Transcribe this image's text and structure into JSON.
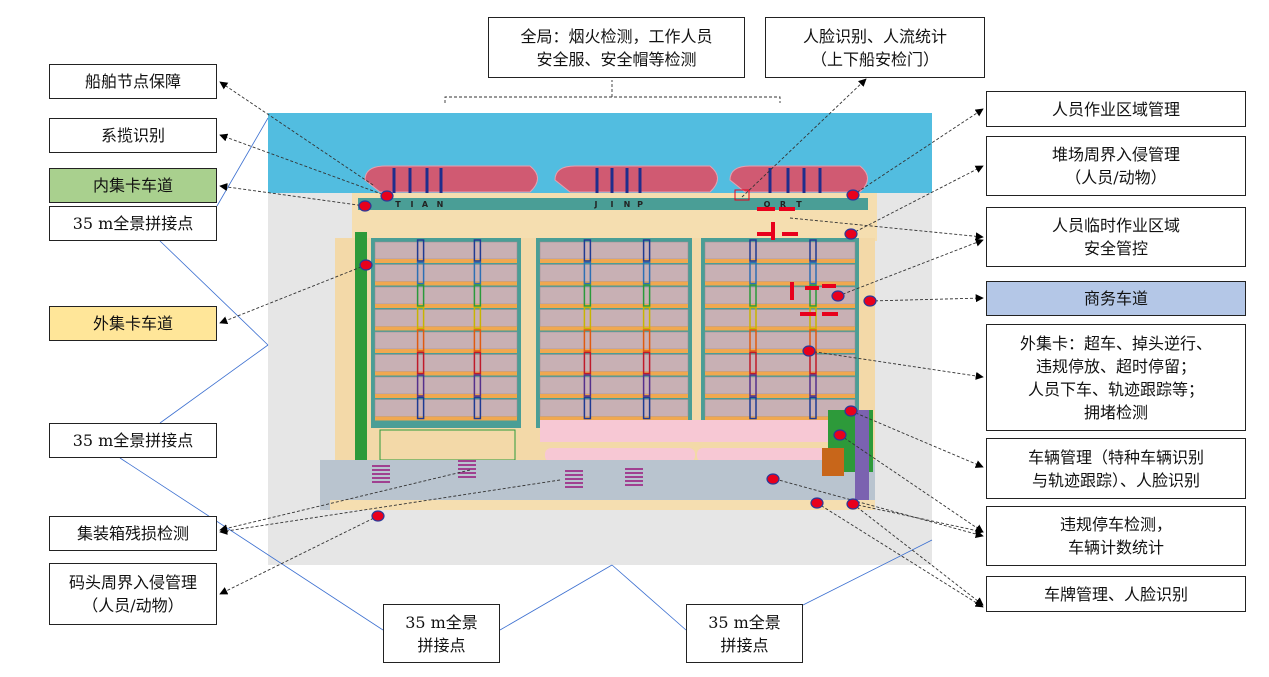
{
  "title": "智慧港口视频监测点位布置示意",
  "top_labels": {
    "global": "全局：烟火检测，工作人员\n安全服、安全帽等检测",
    "face": "人脸识别、人流统计\n（上下船安检门）"
  },
  "left_labels": {
    "ship_node": "船舶节点保障",
    "mooring": "系揽识别",
    "inner_truck_lane": "内集卡车道",
    "pano_1": "35 m全景拼接点",
    "outer_truck_lane": "外集卡车道",
    "pano_2": "35 m全景拼接点",
    "container_damage": "集装箱残损检测",
    "perimeter_dock": "码头周界入侵管理\n（人员/动物）"
  },
  "bottom_labels": {
    "pano_3": "35 m全景\n拼接点",
    "pano_4": "35 m全景\n拼接点"
  },
  "right_labels": {
    "work_area": "人员作业区域管理",
    "yard_perimeter": "堆场周界入侵管理\n（人员/动物）",
    "temp_work": "人员临时作业区域\n安全管控",
    "business_lane": "商务车道",
    "outer_truck": "外集卡：超车、掉头逆行、\n违规停放、超时停留；\n人员下车、轨迹跟踪等；\n拥堵检测",
    "vehicle_mgmt": "车辆管理（特种车辆识别\n与轨迹跟踪）、人脸识别",
    "illegal_parking": "违规停车检测，\n车辆计数统计",
    "plate_face": "车牌管理、人脸识别"
  },
  "terminal_letters": [
    "T",
    "I",
    "A",
    "N",
    "J",
    "I",
    "N",
    "P",
    "O",
    "R",
    "T"
  ],
  "colors": {
    "inner_lane": "#a9d08e",
    "outer_lane": "#ffe699",
    "business_lane": "#b4c7e7",
    "water": "#52bde0",
    "camera": "#e8001c"
  }
}
